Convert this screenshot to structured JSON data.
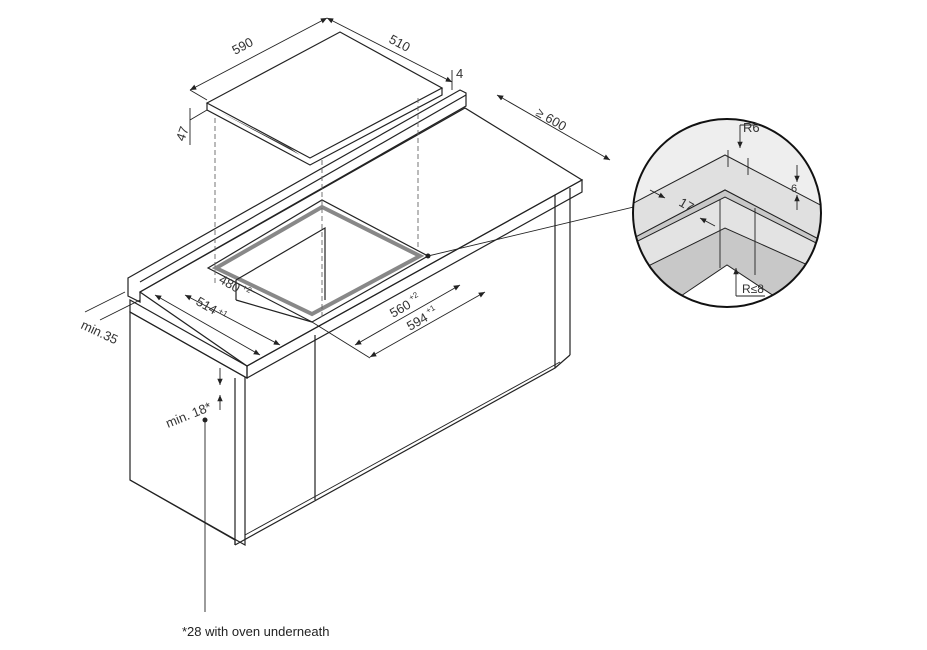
{
  "dimensions": {
    "hob_width": "590",
    "hob_depth": "510",
    "hob_glass_thickness": "4",
    "hob_height": "47",
    "worktop_depth": "≥ 600",
    "cutout_depth": "480",
    "cutout_depth_tol": "+2",
    "recess_depth": "514",
    "recess_depth_tol": "+1",
    "cutout_width": "560",
    "cutout_width_tol": "+2",
    "recess_width": "594",
    "recess_width_tol": "+1",
    "wall_distance": "min.35",
    "under_gap": "min. 18*"
  },
  "detail": {
    "corner_radius": "R6",
    "recess_height": "6",
    "recess_width": "17",
    "cutout_radius": "R≤8"
  },
  "footnote": "*28 with oven underneath"
}
